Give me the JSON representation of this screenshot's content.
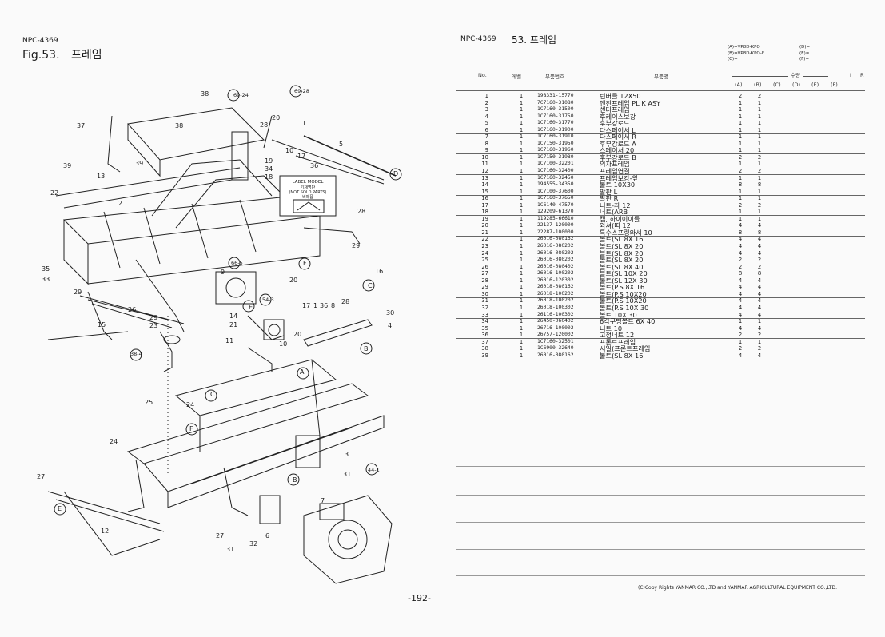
{
  "left": {
    "model": "NPC-4369",
    "fig_label": "Fig.53.",
    "fig_title": "프레임"
  },
  "right": {
    "model": "NPC-4369",
    "fig_title": "53.  프레임",
    "model_codes": [
      "(A)=VP8D-KPQ",
      "(B)=VP8D-KPQ-F",
      "(C)=",
      "(D)=",
      "(E)=",
      "(F)="
    ],
    "qty_header": "수량",
    "extra_cols": [
      "I",
      "R"
    ],
    "headers": {
      "no": "No.",
      "rep": "레벨",
      "part_no": "부품번호",
      "name": "부품명"
    },
    "model_cols": [
      "(A)",
      "(B)",
      "(C)",
      "(D)",
      "(E)",
      "(F)"
    ]
  },
  "parts": [
    {
      "no": "1",
      "rep": "1",
      "part_no": "198331-15770",
      "name": "턴버클 12X50",
      "a": "2",
      "b": "2"
    },
    {
      "no": "2",
      "rep": "1",
      "part_no": "7C7160-31080",
      "name": "엔진프레임 PL K ASY",
      "a": "1",
      "b": "1"
    },
    {
      "no": "3",
      "rep": "1",
      "part_no": "1C7160-31500",
      "name": "센터프레임",
      "a": "1",
      "b": "1"
    },
    {
      "no": "4",
      "rep": "1",
      "part_no": "1C7160-31750",
      "name": "후케이스보강",
      "a": "1",
      "b": "1"
    },
    {
      "no": "5",
      "rep": "1",
      "part_no": "1C7160-31770",
      "name": "후부강로드",
      "a": "1",
      "b": "1"
    },
    {
      "no": "6",
      "rep": "1",
      "part_no": "1C7160-31900",
      "name": "다스페이서 L",
      "a": "1",
      "b": "1"
    },
    {
      "no": "7",
      "rep": "1",
      "part_no": "1C7160-31910",
      "name": "다스페이서 R",
      "a": "1",
      "b": "1"
    },
    {
      "no": "8",
      "rep": "1",
      "part_no": "1C7150-31950",
      "name": "후부강로드 A",
      "a": "1",
      "b": "1"
    },
    {
      "no": "9",
      "rep": "1",
      "part_no": "1C7160-31960",
      "name": "스페이서 20",
      "a": "1",
      "b": "1"
    },
    {
      "no": "10",
      "rep": "1",
      "part_no": "1C7150-31980",
      "name": "후부강로드 B",
      "a": "2",
      "b": "2"
    },
    {
      "no": "11",
      "rep": "1",
      "part_no": "1C7100-32201",
      "name": "의자프레임",
      "a": "1",
      "b": "1"
    },
    {
      "no": "12",
      "rep": "1",
      "part_no": "1C7160-32400",
      "name": "프레임연결",
      "a": "2",
      "b": "2"
    },
    {
      "no": "13",
      "rep": "1",
      "part_no": "1C7160-32450",
      "name": "프레임보강-앞",
      "a": "1",
      "b": "1"
    },
    {
      "no": "14",
      "rep": "1",
      "part_no": "194555-34350",
      "name": "볼트 10X30",
      "a": "8",
      "b": "8"
    },
    {
      "no": "15",
      "rep": "1",
      "part_no": "1C7100-37600",
      "name": "발판 L",
      "a": "1",
      "b": "1"
    },
    {
      "no": "16",
      "rep": "1",
      "part_no": "1C7160-37650",
      "name": "발판 R",
      "a": "1",
      "b": "1"
    },
    {
      "no": "17",
      "rep": "1",
      "part_no": "1C6140-47570",
      "name": "너트-좌 12",
      "a": "2",
      "b": "2"
    },
    {
      "no": "18",
      "rep": "1",
      "part_no": "129209-61370",
      "name": "너트(ARB",
      "a": "1",
      "b": "1"
    },
    {
      "no": "19",
      "rep": "1",
      "part_no": "119285-66610",
      "name": "캡, 하이이이들",
      "a": "1",
      "b": "1"
    },
    {
      "no": "20",
      "rep": "1",
      "part_no": "22137-120000",
      "name": "와셔(띠 12",
      "a": "4",
      "b": "4"
    },
    {
      "no": "21",
      "rep": "1",
      "part_no": "22287-100000",
      "name": "특수스프링와셔 10",
      "a": "8",
      "b": "8"
    },
    {
      "no": "22",
      "rep": "1",
      "part_no": "26016-080162",
      "name": "볼트(SL  8X  16",
      "a": "4",
      "b": "4"
    },
    {
      "no": "23",
      "rep": "1",
      "part_no": "26016-080202",
      "name": "볼트(SL  8X  20",
      "a": "4",
      "b": "4"
    },
    {
      "no": "24",
      "rep": "1",
      "part_no": "26016-080202",
      "name": "볼트(SL  8X  20",
      "a": "4",
      "b": "4"
    },
    {
      "no": "25",
      "rep": "1",
      "part_no": "26016-080202",
      "name": "볼트(SL  8X  20",
      "a": "2",
      "b": "2"
    },
    {
      "no": "26",
      "rep": "1",
      "part_no": "26016-080402",
      "name": "볼트(SL  8X  40",
      "a": "2",
      "b": "2"
    },
    {
      "no": "27",
      "rep": "1",
      "part_no": "26016-100202",
      "name": "볼트(SL  10X  20",
      "a": "8",
      "b": "8"
    },
    {
      "no": "28",
      "rep": "1",
      "part_no": "26016-120302",
      "name": "볼트(SL 12X  30",
      "a": "4",
      "b": "4"
    },
    {
      "no": "29",
      "rep": "1",
      "part_no": "26018-080162",
      "name": "볼트(P.S  8X  16",
      "a": "4",
      "b": "4"
    },
    {
      "no": "30",
      "rep": "1",
      "part_no": "26018-100202",
      "name": "볼트(P.S  10X20",
      "a": "4",
      "b": "4"
    },
    {
      "no": "31",
      "rep": "1",
      "part_no": "26018-100202",
      "name": "볼트(P.S  10X20",
      "a": "4",
      "b": "4"
    },
    {
      "no": "32",
      "rep": "1",
      "part_no": "26018-100302",
      "name": "볼트(P.S   10X  30",
      "a": "4",
      "b": "4"
    },
    {
      "no": "33",
      "rep": "1",
      "part_no": "26116-100302",
      "name": "볼트  10X  30",
      "a": "4",
      "b": "4"
    },
    {
      "no": "34",
      "rep": "1",
      "part_no": "26450-060402",
      "name": "6각구멍볼트 6X  40",
      "a": "1",
      "b": "1"
    },
    {
      "no": "35",
      "rep": "1",
      "part_no": "26716-100002",
      "name": "너트 10",
      "a": "4",
      "b": "4"
    },
    {
      "no": "36",
      "rep": "1",
      "part_no": "26757-120002",
      "name": "고정너트 12",
      "a": "2",
      "b": "2"
    },
    {
      "no": "37",
      "rep": "1",
      "part_no": "1C7160-32501",
      "name": "프론트프레임",
      "a": "1",
      "b": "1"
    },
    {
      "no": "38",
      "rep": "1",
      "part_no": "1C6900-32640",
      "name": "시일(프론트프레임",
      "a": "2",
      "b": "2"
    },
    {
      "no": "39",
      "rep": "1",
      "part_no": "26016-080162",
      "name": "볼트(SL  8X  16",
      "a": "4",
      "b": "4"
    }
  ],
  "diagram": {
    "label_box": {
      "title": "LABEL MODEL",
      "sub": "기재명판",
      "note": "(NOT SOLD PARTS)",
      "note2": "비매품"
    },
    "callouts": [
      "38",
      "69",
      "-24",
      "69",
      "-28",
      "37",
      "38",
      "20",
      "1",
      "28",
      "10",
      "17",
      "36",
      "5",
      "19",
      "34",
      "18",
      "39",
      "39",
      "13",
      "D",
      "22",
      "2",
      "66",
      "-5",
      "F",
      "28",
      "29",
      "35",
      "33",
      "9",
      "20",
      "16",
      "C",
      "29",
      "54",
      "-3",
      "17",
      "1",
      "36",
      "8",
      "28",
      "30",
      "26",
      "29",
      "E",
      "23",
      "21",
      "15",
      "14",
      "20",
      "4",
      "38",
      "-4",
      "B",
      "11",
      "A",
      "10",
      "C",
      "25",
      "24",
      "F",
      "24",
      "3",
      "B",
      "31",
      "27",
      "E",
      "7",
      "44",
      "-1",
      "12",
      "27",
      "31",
      "32",
      "6"
    ]
  },
  "footer": {
    "copyright": "(C)Copy Rights  YANMAR CO.,LTD and YANMAR AGRICULTURAL EQUIPMENT CO.,LTD.",
    "page": "-192-"
  }
}
